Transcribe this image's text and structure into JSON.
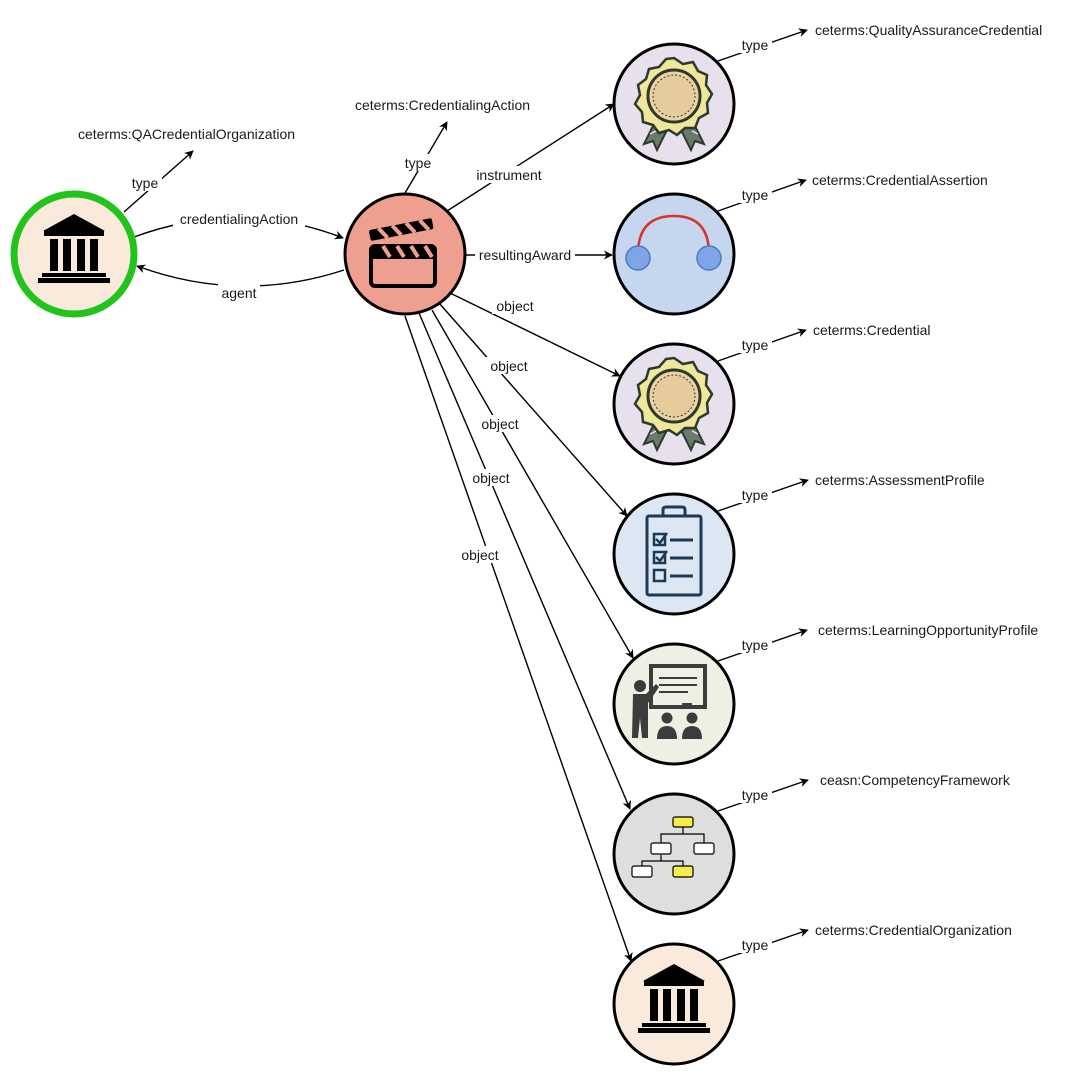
{
  "nodes": {
    "qa_org": {
      "type_label": "ceterms:QACredentialOrganization",
      "fill": "#f9eadb",
      "ring": "#22c41c"
    },
    "action": {
      "type_label": "ceterms:CredentialingAction",
      "fill": "#ee9f8f"
    },
    "qa_credential": {
      "type_label": "ceterms:QualityAssuranceCredential",
      "fill": "#e6e1ec"
    },
    "assertion": {
      "type_label": "ceterms:CredentialAssertion",
      "fill": "#c6d6ee"
    },
    "credential": {
      "type_label": "ceterms:Credential",
      "fill": "#e6e1ec"
    },
    "assessment": {
      "type_label": "ceterms:AssessmentProfile",
      "fill": "#dde7f3"
    },
    "learning": {
      "type_label": "ceterms:LearningOpportunityProfile",
      "fill": "#ecf1e3"
    },
    "framework": {
      "type_label": "ceasn:CompetencyFramework",
      "fill": "#dedede"
    },
    "org": {
      "type_label": "ceterms:CredentialOrganization",
      "fill": "#f9eadb"
    }
  },
  "edges": {
    "type": "type",
    "credentialing_action": "credentialingAction",
    "agent": "agent",
    "instrument": "instrument",
    "resulting_award": "resultingAward",
    "object": "object"
  },
  "icons": {
    "qa_org": "institution-building-icon",
    "action": "clapperboard-icon",
    "qa_credential": "award-rosette-icon",
    "assertion": "assertion-connector-icon",
    "credential": "award-rosette-icon",
    "assessment": "checklist-clipboard-icon",
    "learning": "classroom-presentation-icon",
    "framework": "hierarchy-tree-icon",
    "org": "institution-building-icon"
  },
  "colors": {
    "highlight_ring": "#22c41c",
    "assertion_arc": "#d9342b",
    "tree_highlight": "#f5ec4e"
  }
}
